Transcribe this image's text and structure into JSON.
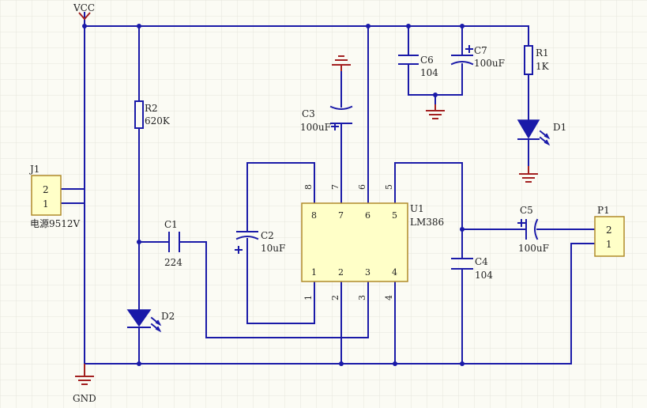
{
  "colors": {
    "wire": "#1a1aa8",
    "body_fill": "#ffffc8",
    "body_stroke": "#b08a2a",
    "ground": "#a32020",
    "grid": "#e6e6dc",
    "bg": "#fbfbf4"
  },
  "power": {
    "vcc": "VCC",
    "gnd": "GND"
  },
  "components": {
    "j1": {
      "ref": "J1",
      "pin_top": "2",
      "pin_bottom": "1",
      "value": "电源9512V"
    },
    "p1": {
      "ref": "P1",
      "pin_top": "2",
      "pin_bottom": "1"
    },
    "u1": {
      "ref": "U1",
      "part": "LM386",
      "pins_top_inside": [
        "8",
        "7",
        "6",
        "5"
      ],
      "pins_bottom_inside": [
        "1",
        "2",
        "3",
        "4"
      ],
      "pins_top_outside": [
        "8",
        "7",
        "6",
        "5"
      ],
      "pins_bottom_outside": [
        "1",
        "2",
        "3",
        "4"
      ]
    },
    "r1": {
      "ref": "R1",
      "value": "1K"
    },
    "r2": {
      "ref": "R2",
      "value": "620K"
    },
    "c1": {
      "ref": "C1",
      "value": "224"
    },
    "c2": {
      "ref": "C2",
      "value": "10uF"
    },
    "c3": {
      "ref": "C3",
      "value": "100uF"
    },
    "c4": {
      "ref": "C4",
      "value": "104"
    },
    "c5": {
      "ref": "C5",
      "value": "100uF"
    },
    "c6": {
      "ref": "C6",
      "value": "104"
    },
    "c7": {
      "ref": "C7",
      "value": "100uF"
    },
    "d1": {
      "ref": "D1"
    },
    "d2": {
      "ref": "D2"
    }
  }
}
